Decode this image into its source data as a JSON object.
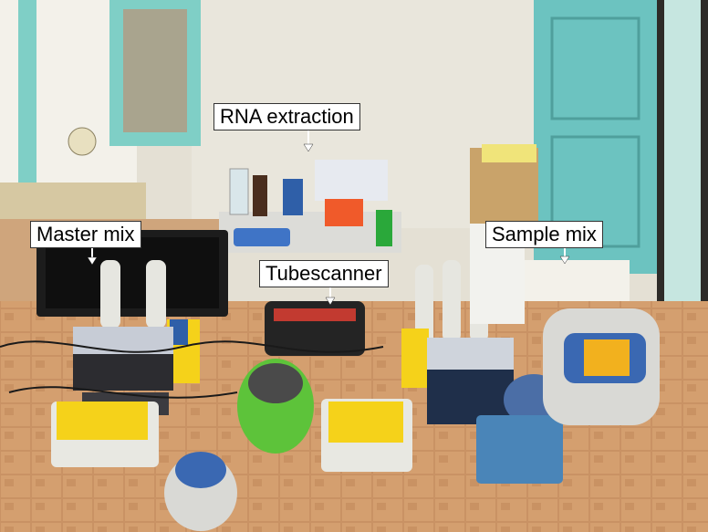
{
  "labels": {
    "rna_extraction": "RNA extraction",
    "master_mix": "Master mix",
    "tubescanner": "Tubescanner",
    "sample_mix": "Sample mix"
  },
  "colors": {
    "wall": "#e4e0d4",
    "door_teal": "#6cc3c0",
    "floor_tile": "#c99264",
    "rack_yellow": "#f5d21a",
    "rack_blue": "#4a85b8",
    "centrifuge_green": "#5dc33a",
    "rna_rack_red": "#f05a2a"
  }
}
